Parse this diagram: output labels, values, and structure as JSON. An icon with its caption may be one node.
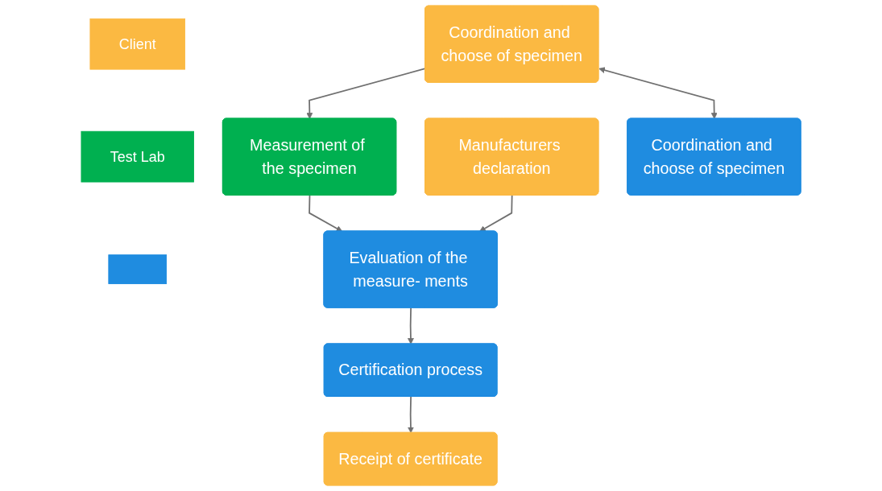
{
  "diagram": {
    "nodes": [
      {
        "text": [
          "Client"
        ]
      },
      {
        "text": [
          "Coordination and choose of specimen"
        ]
      },
      {
        "text": [
          "Manufacturers declaration"
        ]
      },
      {
        "text": [
          "Receipt of certificate"
        ]
      },
      {
        "text": [
          "Test Lab"
        ]
      },
      {
        "text": [
          "Measurement of the specimen"
        ]
      },
      {
        "text": [],
        "shape": "bar"
      },
      {
        "text": [
          "Coordination and choose of specimen"
        ]
      },
      {
        "text": [
          "Evaluation of the measure- ments"
        ]
      },
      {
        "text": [
          "Certification process"
        ]
      }
    ],
    "edges": [
      {
        "from": 1,
        "to": 7,
        "arrow": "both"
      },
      {
        "from": 1,
        "to": 5,
        "arrow": "to"
      },
      {
        "from": 5,
        "to": 8,
        "arrow": "to"
      },
      {
        "from": 2,
        "to": 8,
        "arrow": "to"
      },
      {
        "from": 8,
        "to": 9,
        "arrow": "to"
      },
      {
        "from": 9,
        "to": 3,
        "arrow": "to"
      }
    ]
  }
}
